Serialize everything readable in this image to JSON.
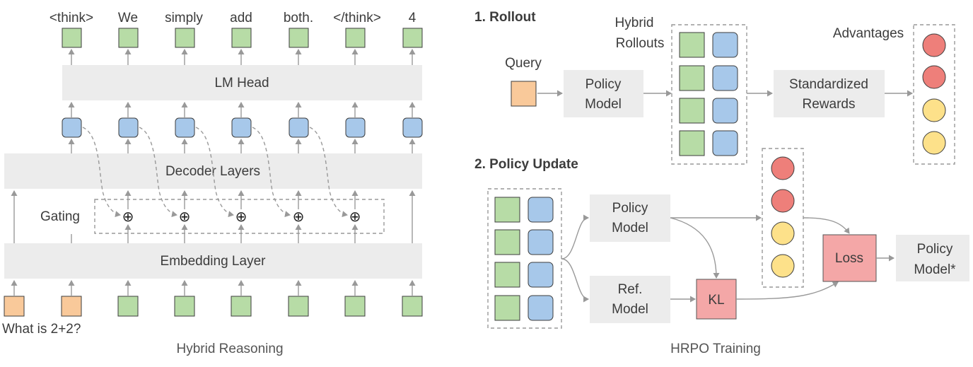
{
  "left": {
    "output_tokens": [
      "<think>",
      "We",
      "simply",
      "add",
      "both.",
      "</think>",
      "4"
    ],
    "lm_head_label": "LM Head",
    "decoder_label": "Decoder Layers",
    "gating_label": "Gating",
    "gate_symbol": "⊕",
    "embedding_label": "Embedding Layer",
    "query_text": "What is 2+2?",
    "caption": "Hybrid Reasoning"
  },
  "right": {
    "rollout_header": "1. Rollout",
    "query_label": "Query",
    "policy_model_line1": "Policy",
    "policy_model_line2": "Model",
    "hybrid_line1": "Hybrid",
    "hybrid_line2": "Rollouts",
    "std_line1": "Standardized",
    "std_line2": "Rewards",
    "advantages_label": "Advantages",
    "update_header": "2. Policy Update",
    "update_policy_line1": "Policy",
    "update_policy_line2": "Model",
    "ref_line1": "Ref.",
    "ref_line2": "Model",
    "kl_label": "KL",
    "loss_label": "Loss",
    "new_policy_line1": "Policy",
    "new_policy_line2": "Model*",
    "caption": "HRPO Training"
  },
  "colors": {
    "green_token": "#b7dca6",
    "blue_token": "#a7c8ea",
    "orange_token": "#f9c99a",
    "red_advantage": "#ee7f7a",
    "yellow_advantage": "#fde18a",
    "loss_box": "#f4a7a7",
    "bar_gray": "#ececec"
  }
}
